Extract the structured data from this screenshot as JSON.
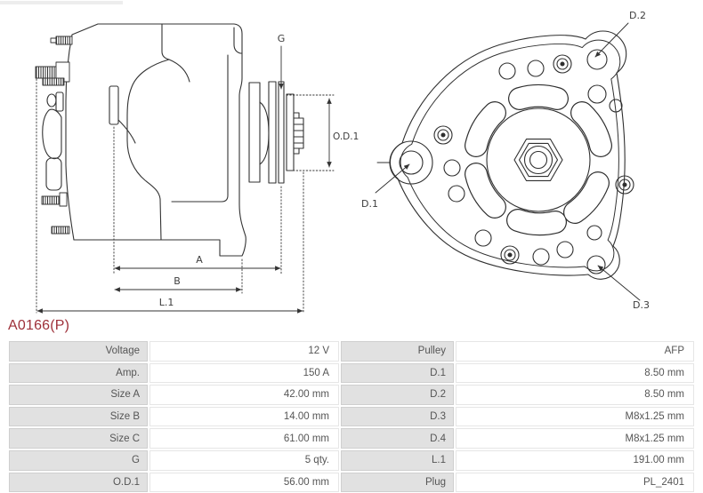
{
  "title": {
    "part_number": "A0166(P)"
  },
  "diagram": {
    "side_view": {
      "labels": {
        "g": "G",
        "od1": "O.D.1",
        "a": "A",
        "b": "B",
        "l1": "L.1"
      }
    },
    "front_view": {
      "labels": {
        "d1": "D.1",
        "d2": "D.2",
        "d3": "D.3"
      }
    }
  },
  "table": {
    "rows": [
      {
        "label_left": "Voltage",
        "value_left": "12 V",
        "label_right": "Pulley",
        "value_right": "AFP"
      },
      {
        "label_left": "Amp.",
        "value_left": "150 A",
        "label_right": "D.1",
        "value_right": "8.50 mm"
      },
      {
        "label_left": "Size A",
        "value_left": "42.00 mm",
        "label_right": "D.2",
        "value_right": "8.50 mm"
      },
      {
        "label_left": "Size B",
        "value_left": "14.00 mm",
        "label_right": "D.3",
        "value_right": "M8x1.25 mm"
      },
      {
        "label_left": "Size C",
        "value_left": "61.00 mm",
        "label_right": "D.4",
        "value_right": "M8x1.25 mm"
      },
      {
        "label_left": "G",
        "value_left": "5 qty.",
        "label_right": "L.1",
        "value_right": "191.00 mm"
      },
      {
        "label_left": "O.D.1",
        "value_left": "56.00 mm",
        "label_right": "Plug",
        "value_right": "PL_2401"
      }
    ]
  },
  "colors": {
    "accent_red": "#9e3039",
    "line": "#333333",
    "label_cell_bg": "#e1e1e1",
    "cell_border": "#cfcfcf",
    "text": "#555555"
  }
}
